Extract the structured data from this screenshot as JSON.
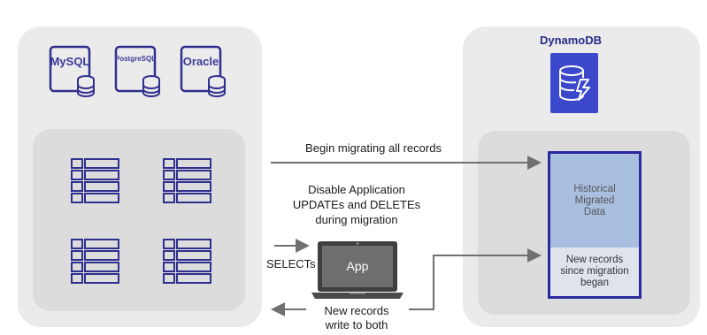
{
  "source_databases": {
    "items": [
      {
        "label": "MySQL",
        "icon": "database-icon"
      },
      {
        "label": "PostgreSQL",
        "icon": "database-icon"
      },
      {
        "label": "Oracle",
        "icon": "database-icon"
      }
    ]
  },
  "target": {
    "title": "DynamoDB",
    "historical_label": "Historical\nMigrated\nData",
    "new_records_label": "New records\nsince migration\nbegan"
  },
  "flows": {
    "begin_migrating": "Begin migrating all records",
    "disable_note_line1": "Disable Application",
    "disable_note_line2": "UPDATEs and DELETEs",
    "disable_note_line3": "during migration",
    "selects": "SELECTs",
    "app_label": "App",
    "write_both_line1": "New records",
    "write_both_line2": "write to both"
  },
  "colors": {
    "db_stroke": "#2f2f8f",
    "dynamodb_brand": "#3b48cc",
    "arrow": "#707070",
    "historical_fill": "#a9bfe0"
  }
}
